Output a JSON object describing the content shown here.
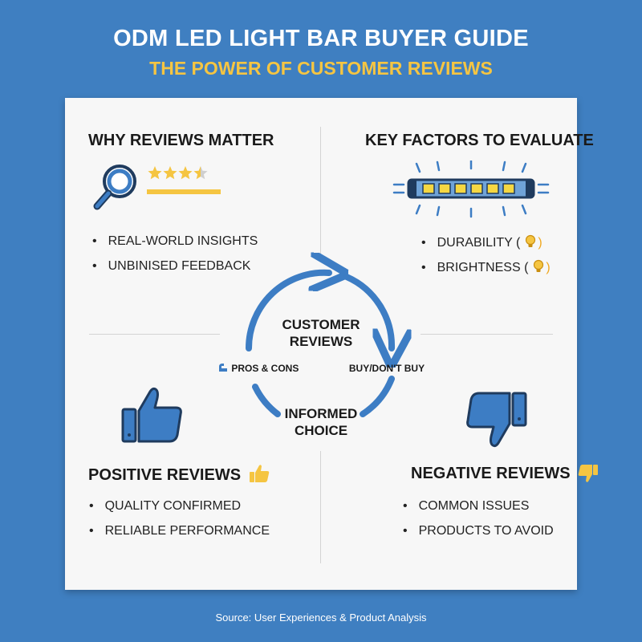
{
  "header": {
    "title": "ODM LED LIGHT BAR BUYER GUIDE",
    "subtitle": "THE POWER OF CUSTOMER REVIEWS"
  },
  "sections": {
    "why": {
      "title": "WHY REVIEWS MATTER",
      "bullets": [
        "REAL-WORLD INSIGHTS",
        "UNBINISED FEEDBACK"
      ],
      "rating_stars": 3.5
    },
    "factors": {
      "title": "KEY FACTORS TO EVALUATE",
      "bullets": [
        "DURABILITY (",
        "BRIGHTNESS ("
      ],
      "bullet_suffix": ")"
    },
    "positive": {
      "title": "POSITIVE REVIEWS",
      "bullets": [
        "QUALITY CONFIRMED",
        "RELIABLE PERFORMANCE"
      ]
    },
    "negative": {
      "title": "NEGATIVE REVIEWS",
      "bullets": [
        "COMMON ISSUES",
        "PRODUCTS TO AVOID"
      ]
    }
  },
  "cycle": {
    "top_line1": "CUSTOMER",
    "top_line2": "REVIEWS",
    "left": "PROS & CONS",
    "right": "BUY/DON'T BUY",
    "bottom_line1": "INFORMED",
    "bottom_line2": "CHOICE"
  },
  "footer": {
    "source": "Source: User Experiences & Product Analysis"
  },
  "colors": {
    "background": "#3f7fc1",
    "accent_yellow": "#f5c542",
    "icon_blue": "#3d7dc4",
    "icon_outline": "#1f3b5e"
  }
}
